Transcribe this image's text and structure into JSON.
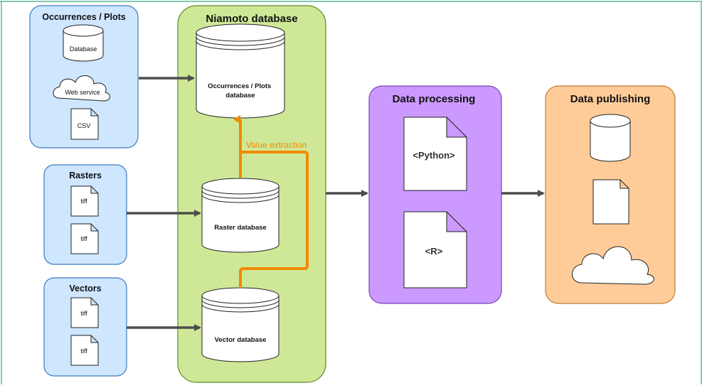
{
  "groups": {
    "occurrences": {
      "title": "Occurrences / Plots",
      "items": [
        "Database",
        "Web service",
        "CSV"
      ]
    },
    "rasters": {
      "title": "Rasters",
      "items": [
        "tiff",
        "tiff"
      ]
    },
    "vectors": {
      "title": "Vectors",
      "items": [
        "tiff",
        "tiff"
      ]
    },
    "niamoto": {
      "title": "Niamoto database",
      "dbs": [
        "Occurrences / Plots\ndatabase",
        "Raster database",
        "Vector database"
      ],
      "extraction_label": "Value extraction"
    },
    "processing": {
      "title": "Data processing",
      "docs": [
        "<Python>",
        "<R>"
      ]
    },
    "publishing": {
      "title": "Data publishing"
    }
  },
  "colors": {
    "source_fill": "#cfe6ff",
    "source_stroke": "#3d7bbf",
    "niamoto_fill": "#cfe897",
    "niamoto_stroke": "#5a8a28",
    "processing_fill": "#cc99ff",
    "processing_stroke": "#7a44b8",
    "publishing_fill": "#ffcc99",
    "publishing_stroke": "#c07a32",
    "arrow": "#4d4d4d",
    "extraction": "#f08a00",
    "frame": "#3aa88a"
  }
}
